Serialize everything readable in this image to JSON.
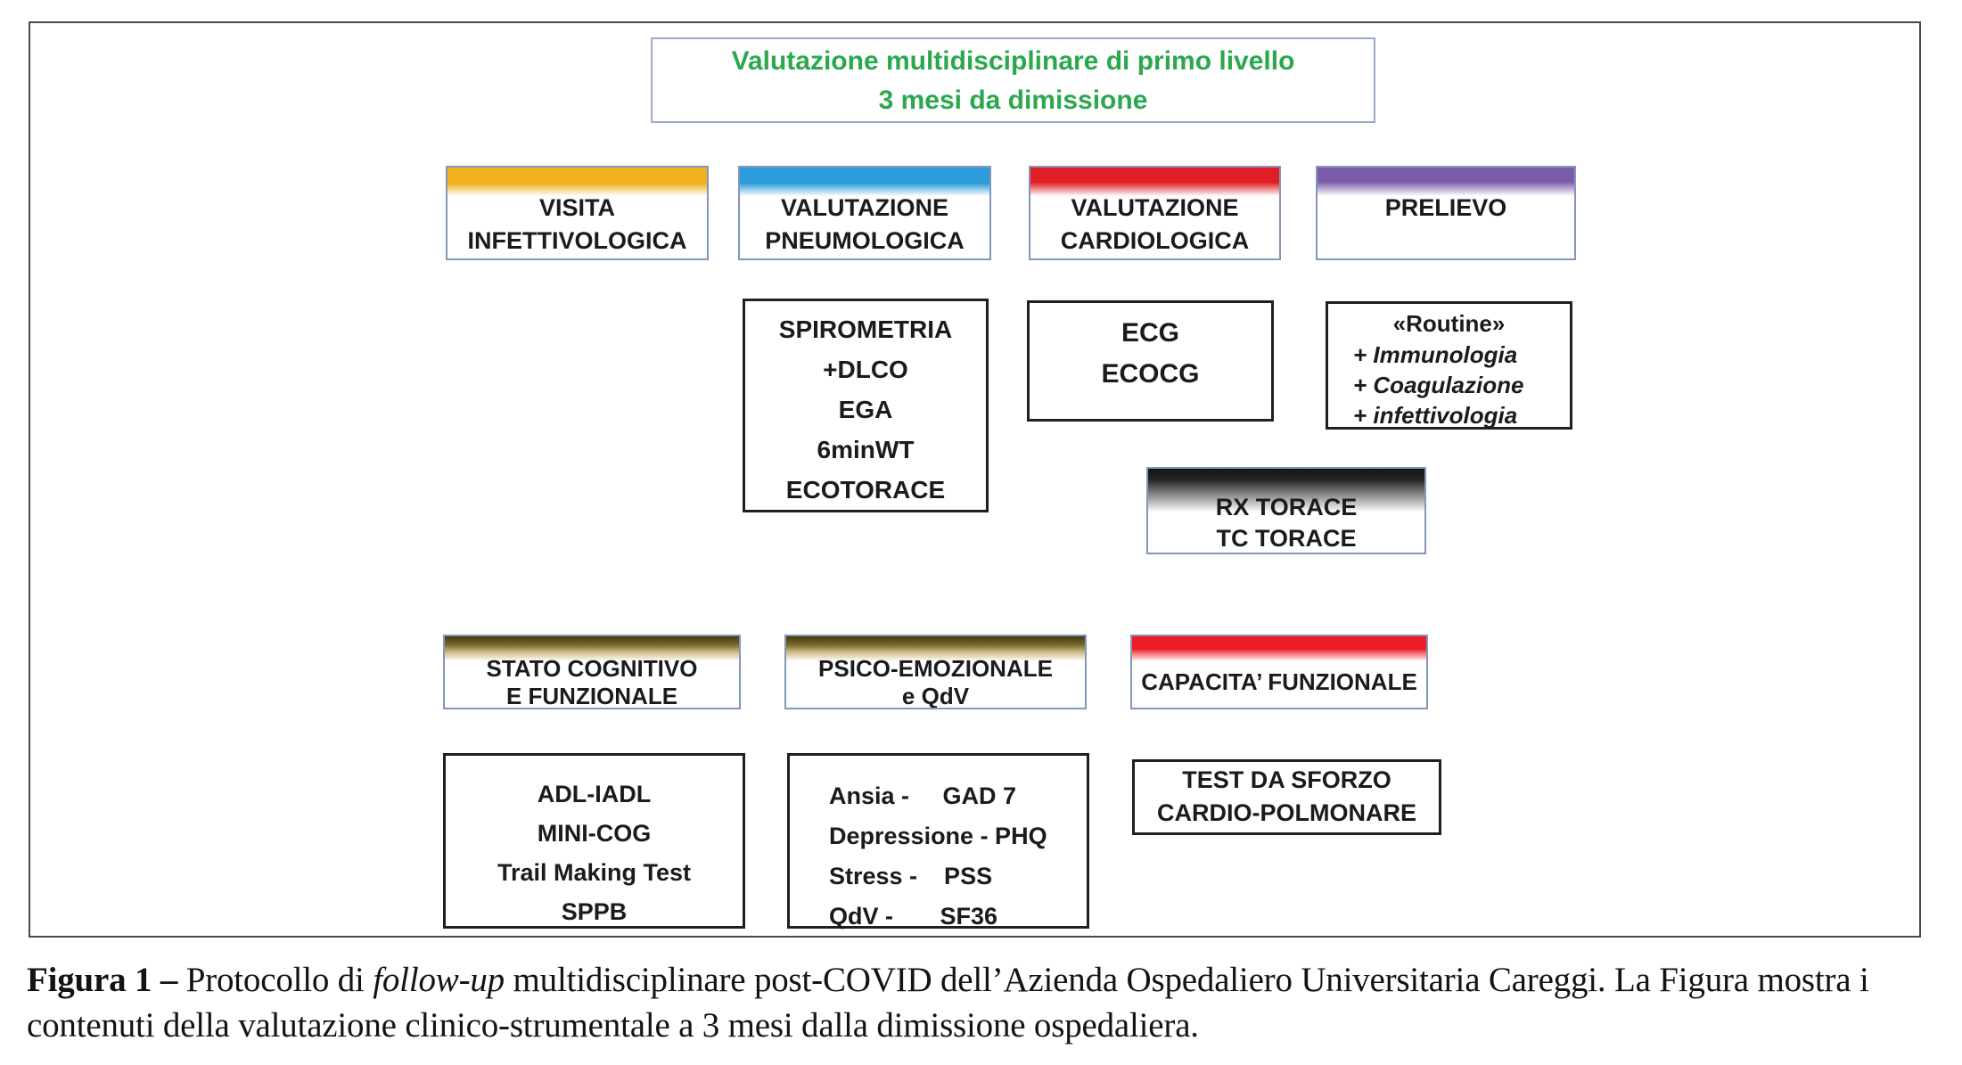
{
  "colors": {
    "title_green": "#2BA84D",
    "box_border_blue_gray": "#8496BA",
    "bar_yellow": "#F1B01E",
    "bar_blue": "#2E9CDB",
    "bar_red": "#E11E25",
    "bar_purple": "#7B5CA8",
    "bar_olive_gold": "#7C6B2D",
    "bar_red_functional": "#ED1C24",
    "bar_black": "#141414"
  },
  "banner": {
    "line1": "Valutazione multidisciplinare di primo livello",
    "line2": "3 mesi da dimissione"
  },
  "level1": {
    "headers": [
      {
        "line1": "VISITA",
        "line2": "INFETTIVOLOGICA"
      },
      {
        "line1": "VALUTAZIONE",
        "line2": "PNEUMOLOGICA"
      },
      {
        "line1": "VALUTAZIONE",
        "line2": "CARDIOLOGICA"
      },
      {
        "line1": "PRELIEVO",
        "line2": ""
      }
    ],
    "pneumo_tests": [
      "SPIROMETRIA",
      "+DLCO",
      "EGA",
      "6minWT",
      "ECOTORACE"
    ],
    "cardio_tests": [
      "ECG",
      "ECOCG"
    ],
    "prelievo_panel": {
      "title": "«Routine»",
      "items": [
        "+ Immunologia",
        "+ Coagulazione",
        "+ infettivologia"
      ]
    },
    "imaging_tests": [
      "RX TORACE",
      "TC TORACE"
    ]
  },
  "level2": {
    "headers": [
      {
        "line1": "STATO COGNITIVO",
        "line2": "E FUNZIONALE"
      },
      {
        "line1": "PSICO-EMOZIONALE",
        "line2": "e QdV"
      },
      {
        "line1": "CAPACITA’ FUNZIONALE",
        "line2": ""
      }
    ],
    "cognitive_tests": [
      "ADL-IADL",
      "MINI-COG",
      "Trail Making Test",
      "SPPB"
    ],
    "psycho_tests": [
      "Ansia -     GAD 7",
      "Depressione - PHQ",
      "Stress -    PSS",
      "QdV -       SF36"
    ],
    "functional_tests": [
      "TEST DA SFORZO",
      "CARDIO-POLMONARE"
    ]
  },
  "caption": {
    "label": "Figura 1 – ",
    "pre": "Protocollo di ",
    "italic": "follow-up",
    "post": " multidisciplinare post-COVID dell’Azienda Ospedaliero Universitaria Careggi. La Figura mostra i contenuti della valutazione clinico-strumentale a 3 mesi dalla dimissione ospedaliera."
  }
}
